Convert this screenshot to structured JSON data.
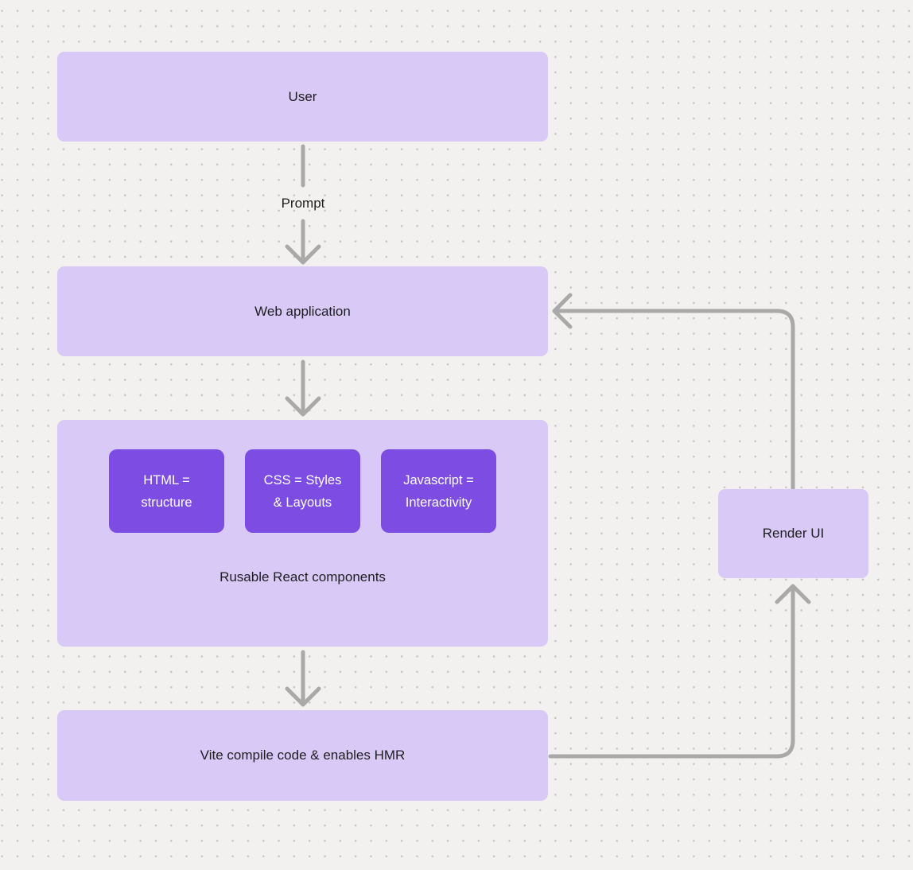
{
  "diagram": {
    "nodes": {
      "user": {
        "label": "User"
      },
      "web_application": {
        "label": "Web application"
      },
      "components": {
        "chips": [
          {
            "line1": "HTML =",
            "line2": "structure"
          },
          {
            "line1": "CSS = Styles",
            "line2": "& Layouts"
          },
          {
            "line1": "Javascript =",
            "line2": "Interactivity"
          }
        ],
        "caption": "Rusable React components"
      },
      "vite": {
        "label": "Vite compile code & enables HMR"
      },
      "render_ui": {
        "label": "Render UI"
      }
    },
    "edges": {
      "prompt_label": "Prompt"
    }
  },
  "colors": {
    "background": "#f2f1ef",
    "dot": "#c7c4c1",
    "node_fill": "#d8c9f6",
    "chip_fill": "#7d4de3",
    "chip_text": "#ffffff",
    "arrow": "#a9a9a9",
    "text": "#1e1e20"
  }
}
